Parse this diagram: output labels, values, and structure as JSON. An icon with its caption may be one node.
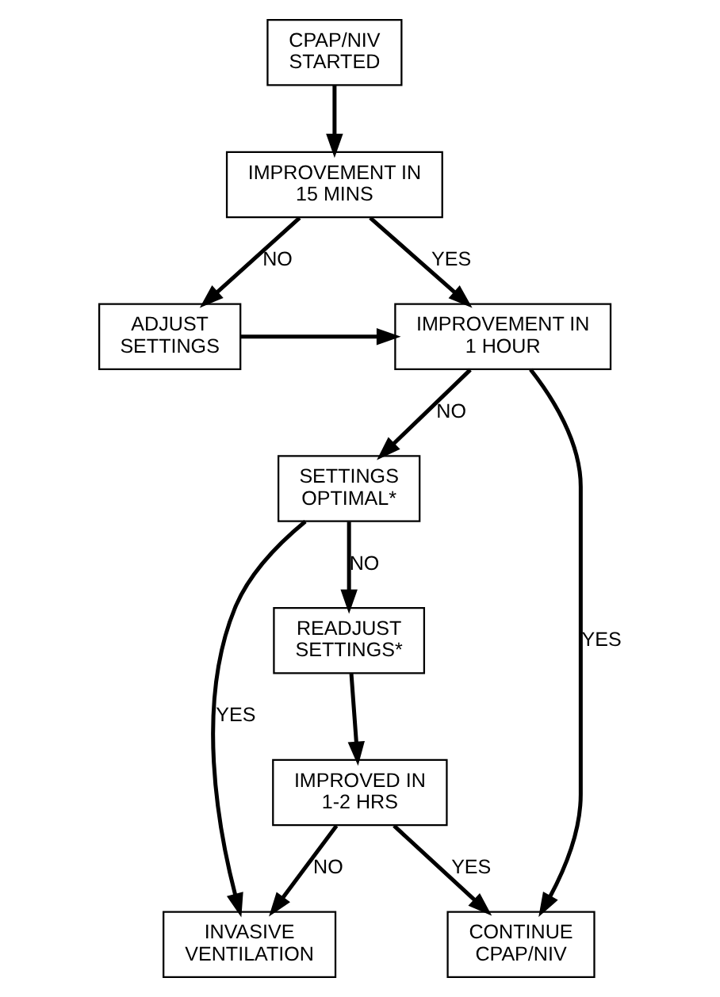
{
  "diagram": {
    "nodes": [
      {
        "text": [
          "CPAP/NIV STARTED"
        ]
      },
      {
        "text": [
          "IMPROVEMENT IN 15 MINS"
        ]
      },
      {
        "text": [
          "IMPROVEMENT IN 1 HOUR"
        ]
      },
      {
        "text": [
          "ADJUST SETTINGS"
        ]
      },
      {
        "text": [
          "SETTINGS OPTIMAL*"
        ]
      },
      {
        "text": [
          "INVASIVE VENTILATION"
        ]
      },
      {
        "text": [
          "READJUST SETTINGS*"
        ]
      },
      {
        "text": [
          "IMPROVED IN 1-2 HRS"
        ]
      },
      {
        "text": [
          "CONTINUE CPAP/NIV"
        ]
      }
    ],
    "edges": [
      {
        "from": 0,
        "to": 1,
        "arrow": "to"
      },
      {
        "from": 1,
        "to": 2,
        "arrow": "to",
        "label": "YES"
      },
      {
        "from": 1,
        "to": 3,
        "arrow": "to",
        "label": "NO"
      },
      {
        "from": 3,
        "to": 2,
        "arrow": "to"
      },
      {
        "from": 2,
        "to": 4,
        "arrow": "to",
        "label": "NO"
      },
      {
        "from": 4,
        "to": 5,
        "arrow": "to",
        "label": "YES"
      },
      {
        "from": 4,
        "to": 6,
        "arrow": "to",
        "label": "NO"
      },
      {
        "from": 2,
        "to": 8,
        "arrow": "to",
        "label": "YES"
      },
      {
        "from": 6,
        "to": 7,
        "arrow": "to"
      },
      {
        "from": 7,
        "to": 5,
        "arrow": "to",
        "label": "NO"
      },
      {
        "from": 7,
        "to": 8,
        "arrow": "to",
        "label": "YES"
      }
    ]
  }
}
